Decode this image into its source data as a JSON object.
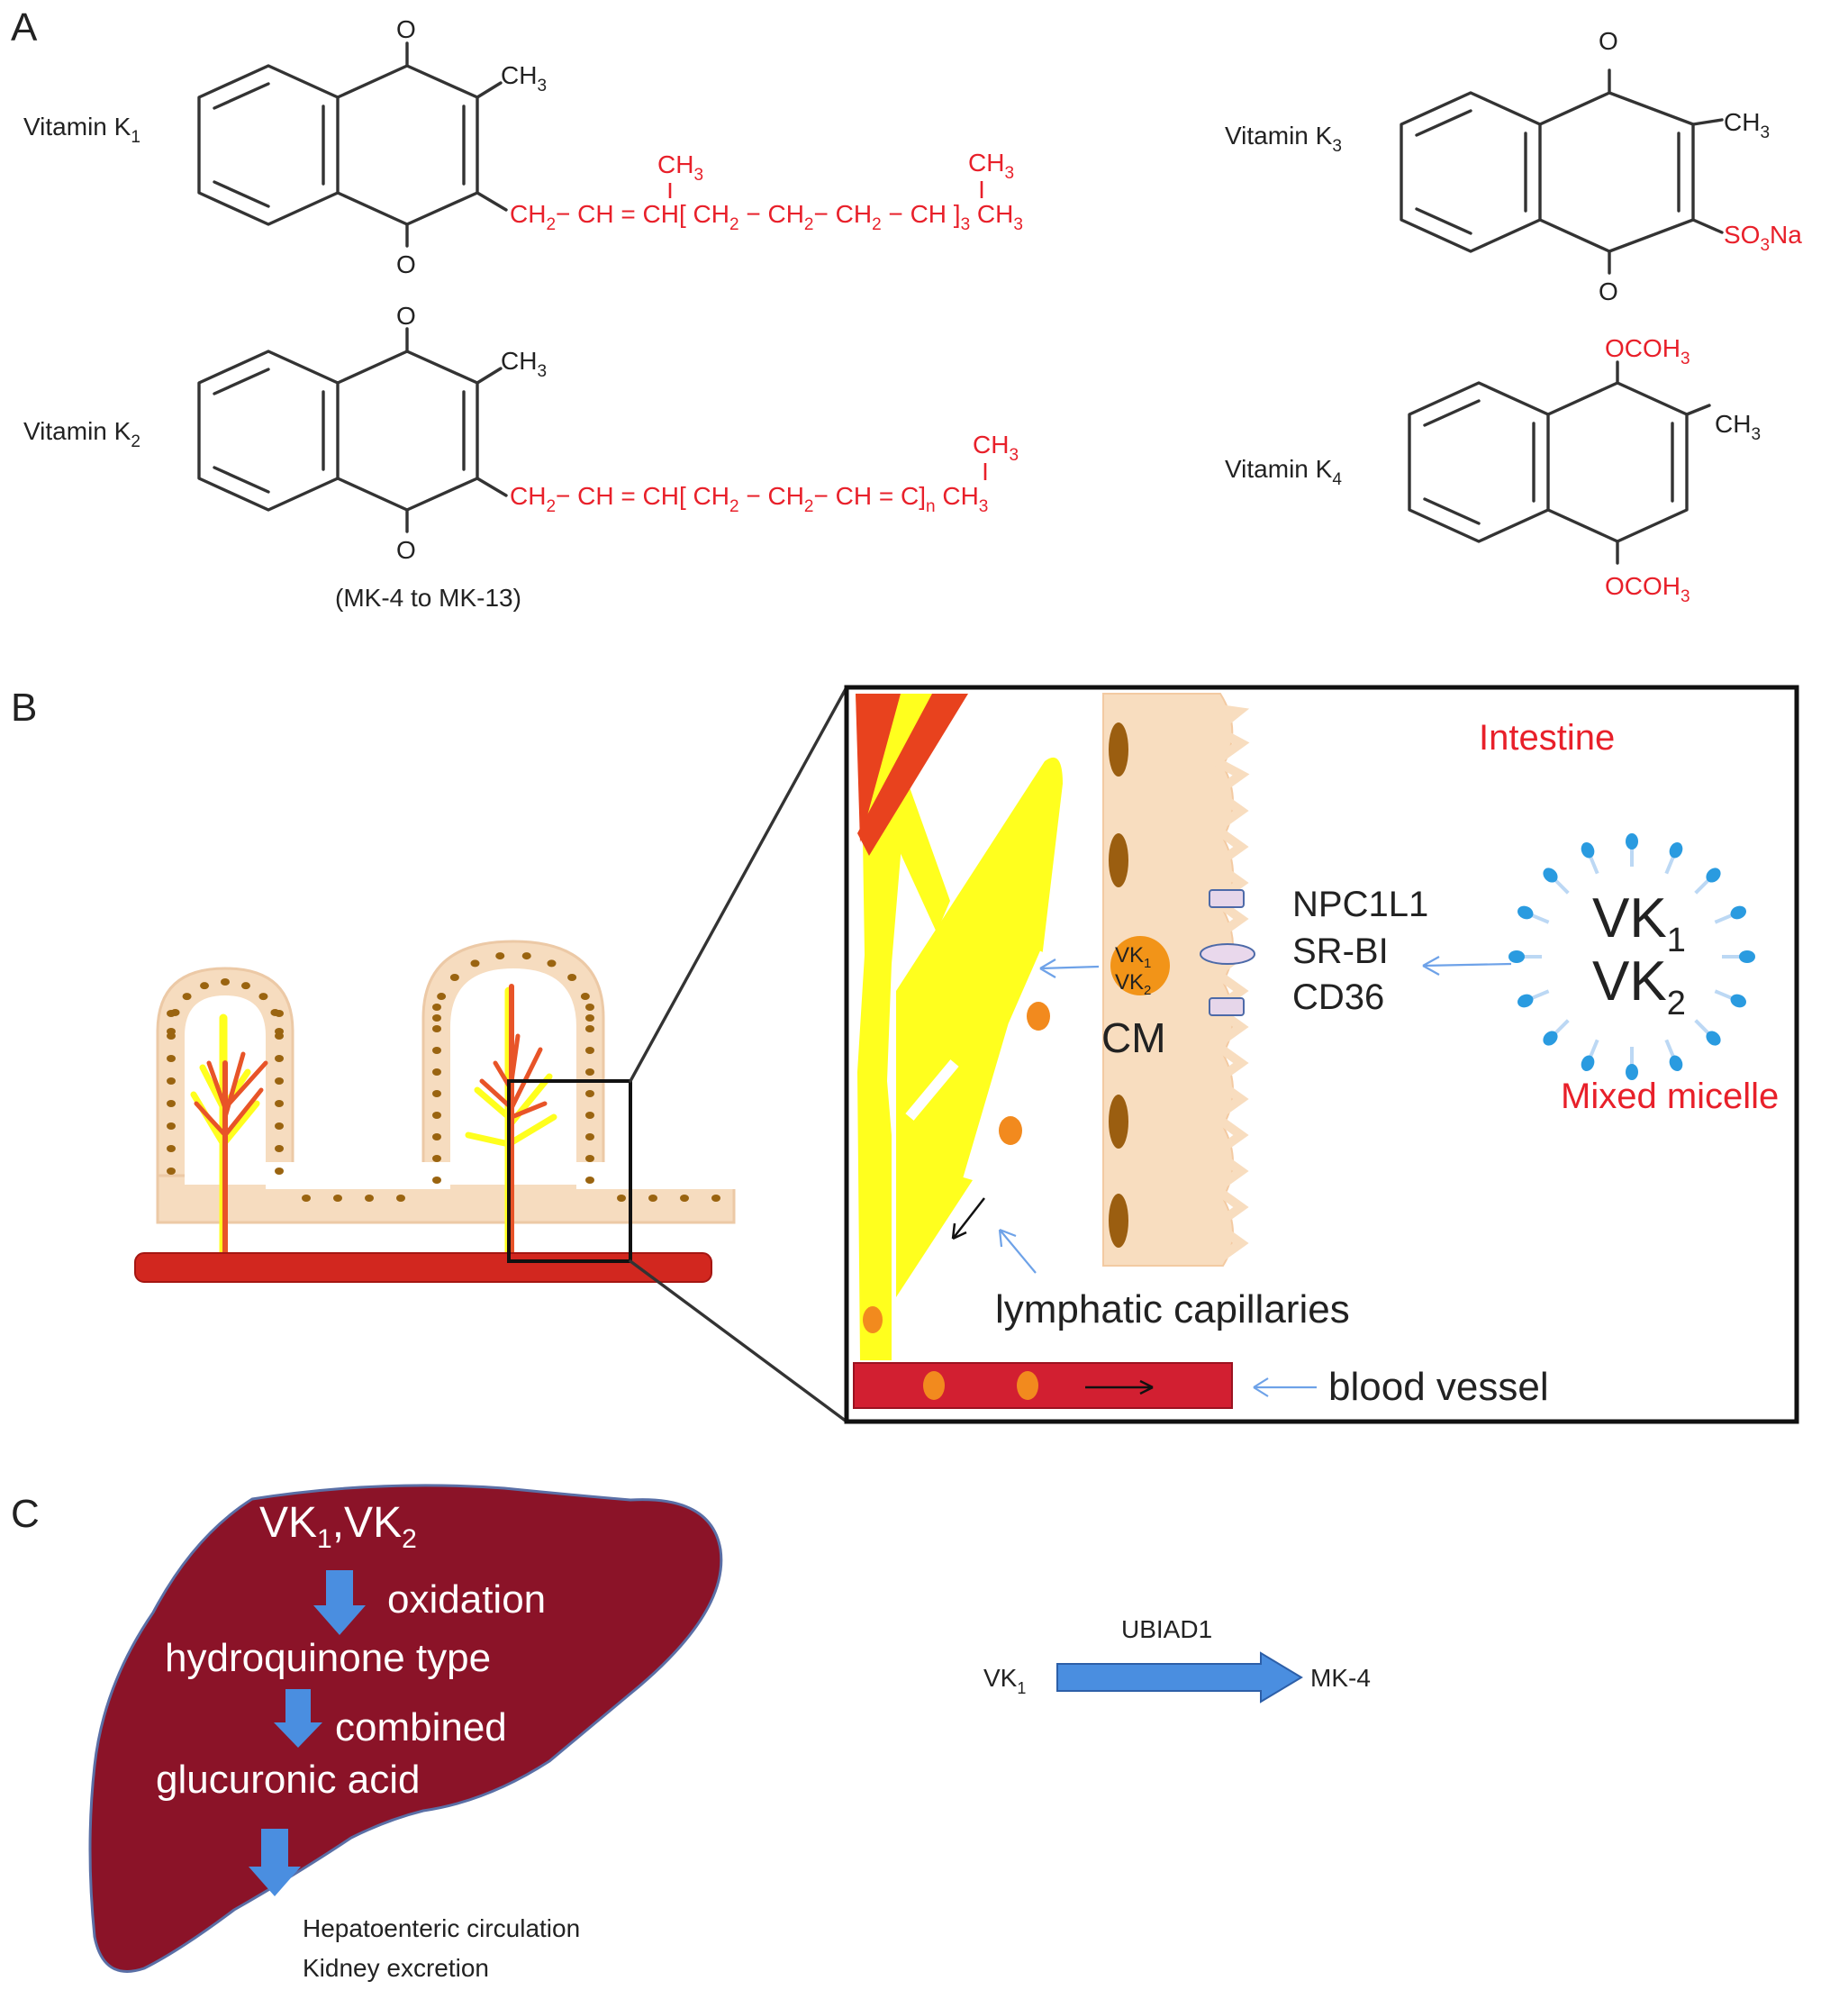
{
  "panels": {
    "a": "A",
    "b": "B",
    "c": "C"
  },
  "panel_a": {
    "k1": {
      "label": "Vitamin K",
      "sub": "1",
      "o_top": "O",
      "o_bottom": "O",
      "ch3": "CH",
      "ch3_sub": "3",
      "chain": [
        {
          "t": "CH"
        },
        {
          "t": "2",
          "sub": true
        },
        {
          "t": "− CH = CH"
        },
        {
          "t": "["
        },
        {
          "t": " CH"
        },
        {
          "t": "2",
          "sub": true
        },
        {
          "t": " −  CH"
        },
        {
          "t": "2",
          "sub": true
        },
        {
          "t": "− CH"
        },
        {
          "t": "2",
          "sub": true
        },
        {
          "t": " − CH "
        },
        {
          "t": "]"
        },
        {
          "t": "3",
          "sub": true
        },
        {
          "t": " CH"
        },
        {
          "t": "3",
          "sub": true
        }
      ]
    },
    "k2": {
      "label": "Vitamin K",
      "sub": "2",
      "o_top": "O",
      "o_bottom": "O",
      "ch3": "CH",
      "ch3_sub": "3",
      "note": "(MK-4 to MK-13)",
      "chain": [
        {
          "t": "CH"
        },
        {
          "t": "2",
          "sub": true
        },
        {
          "t": "− CH = CH"
        },
        {
          "t": "["
        },
        {
          "t": " CH"
        },
        {
          "t": "2",
          "sub": true
        },
        {
          "t": " −  CH"
        },
        {
          "t": "2",
          "sub": true
        },
        {
          "t": "− CH = C"
        },
        {
          "t": "]"
        },
        {
          "t": "n",
          "sub": true
        },
        {
          "t": " CH"
        },
        {
          "t": "3",
          "sub": true
        }
      ]
    },
    "k3": {
      "label": "Vitamin K",
      "sub": "3",
      "o_top": "O",
      "o_bottom": "O",
      "ch3": "CH",
      "ch3_sub": "3",
      "group": "SO",
      "group_sub": "3",
      "group_tail": "Na"
    },
    "k4": {
      "label": "Vitamin K",
      "sub": "4",
      "top_group": "OCOH",
      "top_sub": "3",
      "bottom_group": "OCOH",
      "bottom_sub": "3",
      "ch3": "CH",
      "ch3_sub": "3"
    },
    "branch": {
      "ch3": "CH",
      "ch3_sub": "3"
    }
  },
  "panel_b": {
    "intestine": "Intestine",
    "transporters": [
      "NPC1L1",
      "SR-BI",
      "CD36"
    ],
    "micelle_vk1": "VK",
    "micelle_vk1_sub": "1",
    "micelle_vk2": "VK",
    "micelle_vk2_sub": "2",
    "mixed_micelle": "Mixed micelle",
    "cm_vk1": "VK",
    "cm_vk1_sub": "1",
    "cm_vk2": "VK",
    "cm_vk2_sub": "2",
    "cm": "CM",
    "lymphatic": "lymphatic capillaries",
    "blood": "blood vessel"
  },
  "panel_c": {
    "vk_main": "VK",
    "vk_sub1": "1",
    "vk_sep": ",VK",
    "vk_sub2": "2",
    "oxidation": "oxidation",
    "hydroquinone": "hydroquinone type",
    "combined": "combined",
    "glucuronic": "glucuronic acid",
    "hepato": "Hepatoenteric circulation",
    "kidney": "Kidney excretion",
    "ubiad": "UBIAD1",
    "vk1": "VK",
    "vk1_sub": "1",
    "mk4": "MK-4"
  },
  "colors": {
    "red": "#e8202a",
    "liver": "#8b1328",
    "arrow_blue": "#4a8ee0",
    "yellow": "#ffff1e",
    "villus": "#f6dcbf"
  }
}
